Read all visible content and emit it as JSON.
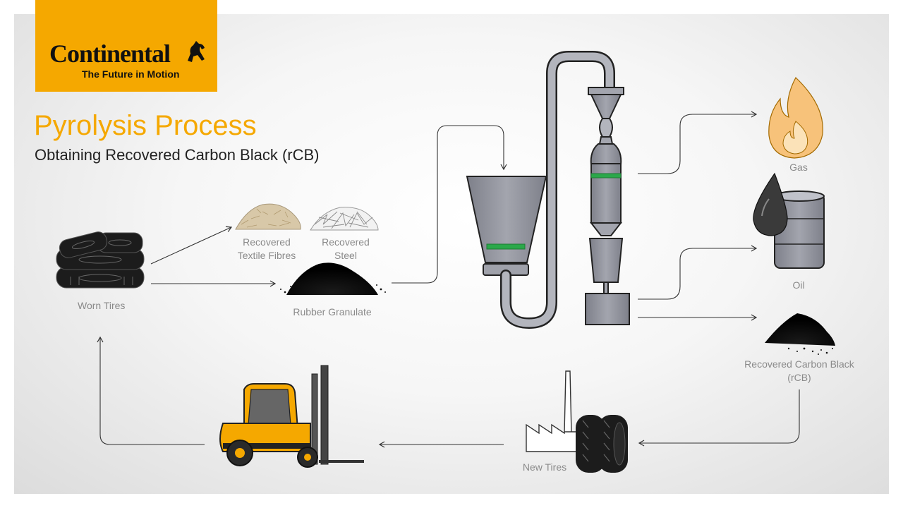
{
  "brand": {
    "name": "Continental",
    "tagline": "The Future in Motion"
  },
  "title": "Pyrolysis Process",
  "subtitle": "Obtaining Recovered Carbon Black (rCB)",
  "labels": {
    "worn_tires": "Worn Tires",
    "textile_fibres_1": "Recovered",
    "textile_fibres_2": "Textile Fibres",
    "steel_1": "Recovered",
    "steel_2": "Steel",
    "rubber_granulate": "Rubber Granulate",
    "gas": "Gas",
    "oil": "Oil",
    "rcb_1": "Recovered Carbon Black",
    "rcb_2": "(rCB)",
    "new_tires": "New Tires"
  },
  "colors": {
    "brand_orange": "#f5a800",
    "reactor_gray": "#8d8f99",
    "band_green": "#2ba84a",
    "flame_orange": "#f7c27a"
  },
  "icons": [
    "continental-horse-icon",
    "tire-stack-icon",
    "textile-fibres-icon",
    "steel-scrap-icon",
    "rubber-granulate-icon",
    "funnel-icon",
    "reactor-column-icon",
    "flame-icon",
    "oil-drum-icon",
    "oil-drop-icon",
    "carbon-black-pile-icon",
    "factory-icon",
    "new-tires-icon",
    "forklift-icon"
  ]
}
